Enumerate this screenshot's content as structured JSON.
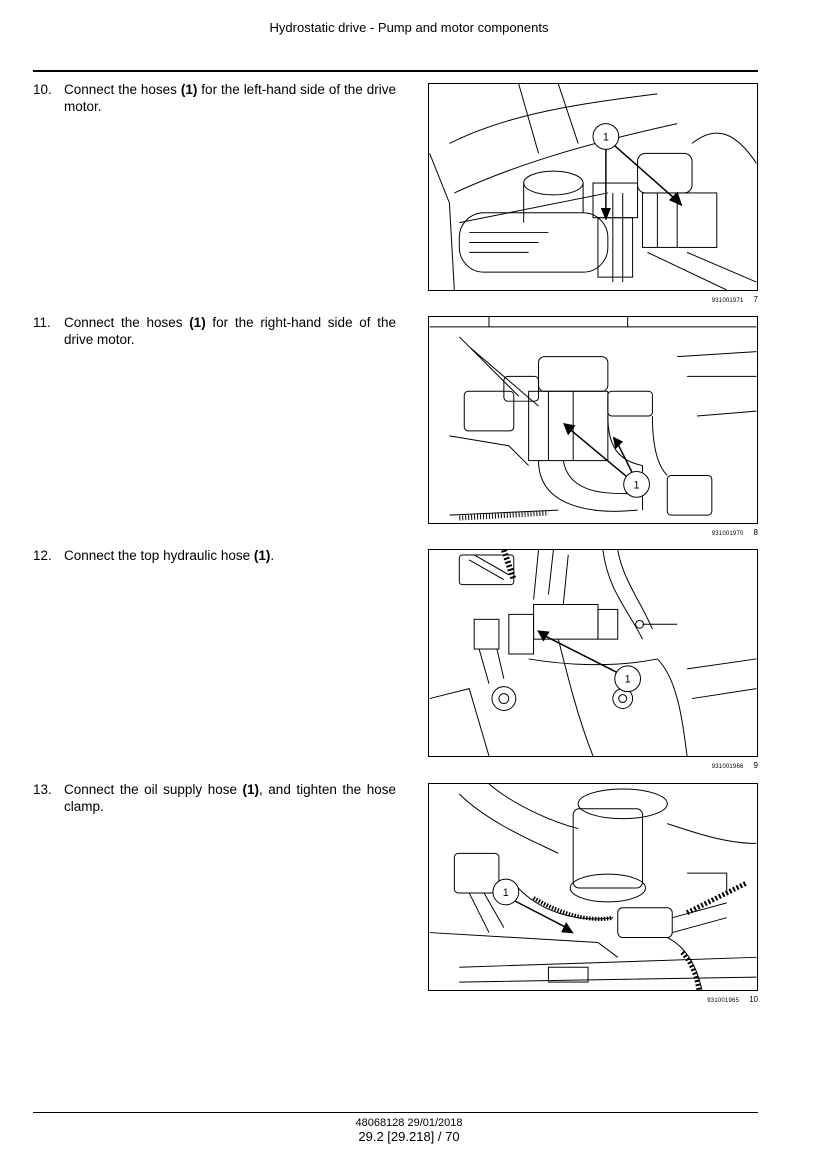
{
  "header": {
    "title": "Hydrostatic drive - Pump and motor components"
  },
  "steps": [
    {
      "number": "10.",
      "before": "Connect the hoses ",
      "bold": "(1)",
      "after": " for the left-hand side of the drive motor.",
      "figure_code": "931001971",
      "figure_number": "7",
      "callout": "1"
    },
    {
      "number": "11.",
      "before": "Connect the hoses ",
      "bold": "(1)",
      "after": " for the right-hand side of the drive motor.",
      "figure_code": "931001970",
      "figure_number": "8",
      "callout": "1"
    },
    {
      "number": "12.",
      "before": "Connect the top hydraulic hose ",
      "bold": "(1)",
      "after": ".",
      "figure_code": "931001966",
      "figure_number": "9",
      "callout": "1"
    },
    {
      "number": "13.",
      "before": "Connect the oil supply hose ",
      "bold": "(1)",
      "after": ", and tighten the hose clamp.",
      "figure_code": "931001965",
      "figure_number": "10",
      "callout": "1"
    }
  ],
  "footer": {
    "doc_ref": "48068128 29/01/2018",
    "page": "29.2 [29.218] / 70"
  }
}
